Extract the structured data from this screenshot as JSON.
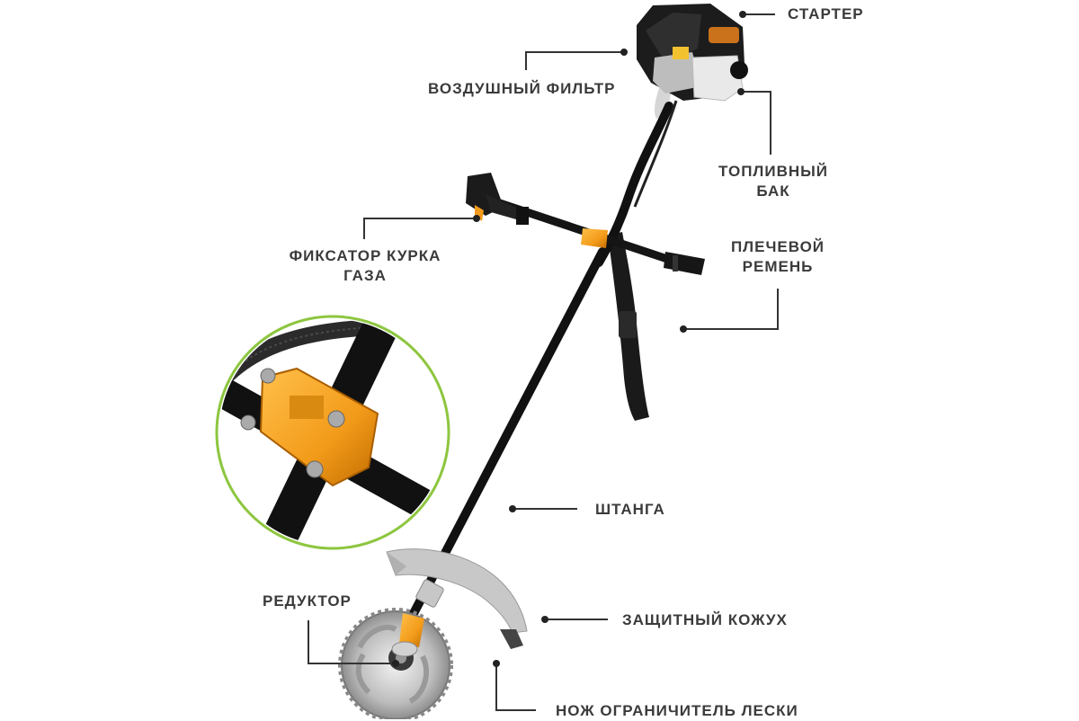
{
  "labels": {
    "starter": "СТАРТЕР",
    "air_filter": "ВОЗДУШНЫЙ ФИЛЬТР",
    "fuel_tank_line1": "ТОПЛИВНЫЙ",
    "fuel_tank_line2": "БАК",
    "throttle_lock_line1": "ФИКСАТОР КУРКА",
    "throttle_lock_line2": "ГАЗА",
    "shoulder_strap_line1": "ПЛЕЧЕВОЙ",
    "shoulder_strap_line2": "РЕМЕНЬ",
    "shaft": "ШТАНГА",
    "gearbox": "РЕДУКТОР",
    "guard": "ЗАЩИТНЫЙ КОЖУХ",
    "line_limiter_blade": "НОЖ ОГРАНИЧИТЕЛЬ ЛЕСКИ"
  },
  "colors": {
    "text": "#3b3b3b",
    "leader": "#333333",
    "accent_orange": "#f39b1a",
    "inset_ring": "#8dc63f",
    "metal_black": "#111111",
    "guard_gray": "#c8c8c8"
  }
}
